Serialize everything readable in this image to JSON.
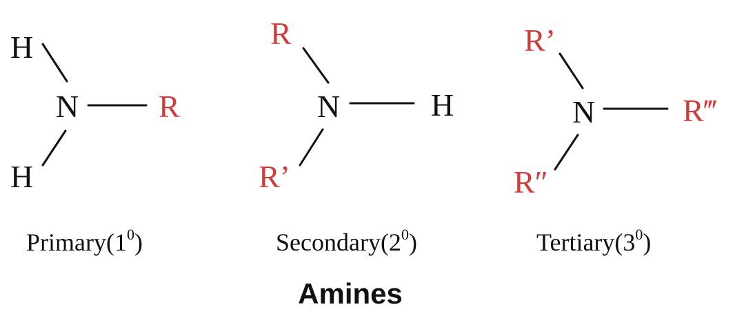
{
  "colors": {
    "black": "#111111",
    "red": "#d33a3a"
  },
  "title": "Amines",
  "primary": {
    "h_top": "H",
    "n": "N",
    "r": "R",
    "h_bottom": "H",
    "caption_text": "Primary(1",
    "caption_sup": "0",
    "caption_close": ")"
  },
  "secondary": {
    "r_top": "R",
    "n": "N",
    "h": "H",
    "r_bottom": "R’",
    "caption_text": "Secondary(2",
    "caption_sup": "0",
    "caption_close": ")"
  },
  "tertiary": {
    "r_top": "R’",
    "n": "N",
    "r_right": "R‴",
    "r_bottom": "R″",
    "caption_text": "Tertiary(3",
    "caption_sup": "0",
    "caption_close": ")"
  }
}
